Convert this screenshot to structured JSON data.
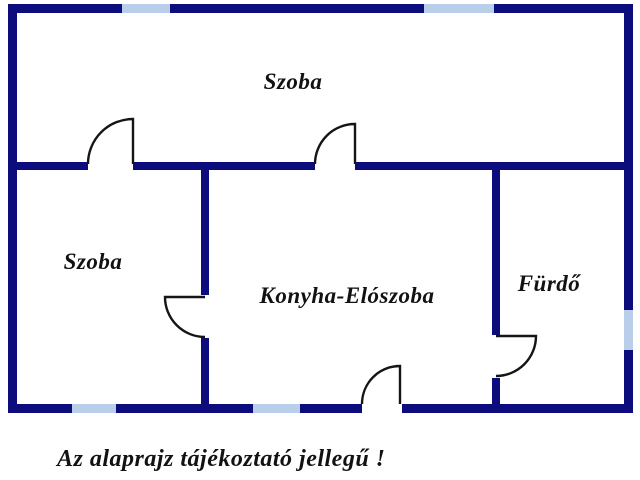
{
  "plan": {
    "rooms": [
      {
        "id": "szoba-top",
        "label": "Szoba"
      },
      {
        "id": "szoba-left",
        "label": "Szoba"
      },
      {
        "id": "konyha-eloszoba",
        "label": "Konyha-Elószoba"
      },
      {
        "id": "furdo",
        "label": "Fürdő"
      }
    ],
    "disclaimer": "Az alaprajz tájékoztató jellegű !"
  },
  "colors": {
    "wall": "#0c0c7c",
    "window": "#b9cfe9",
    "door": "#151515",
    "label": "#121212",
    "background": "#ffffff"
  }
}
